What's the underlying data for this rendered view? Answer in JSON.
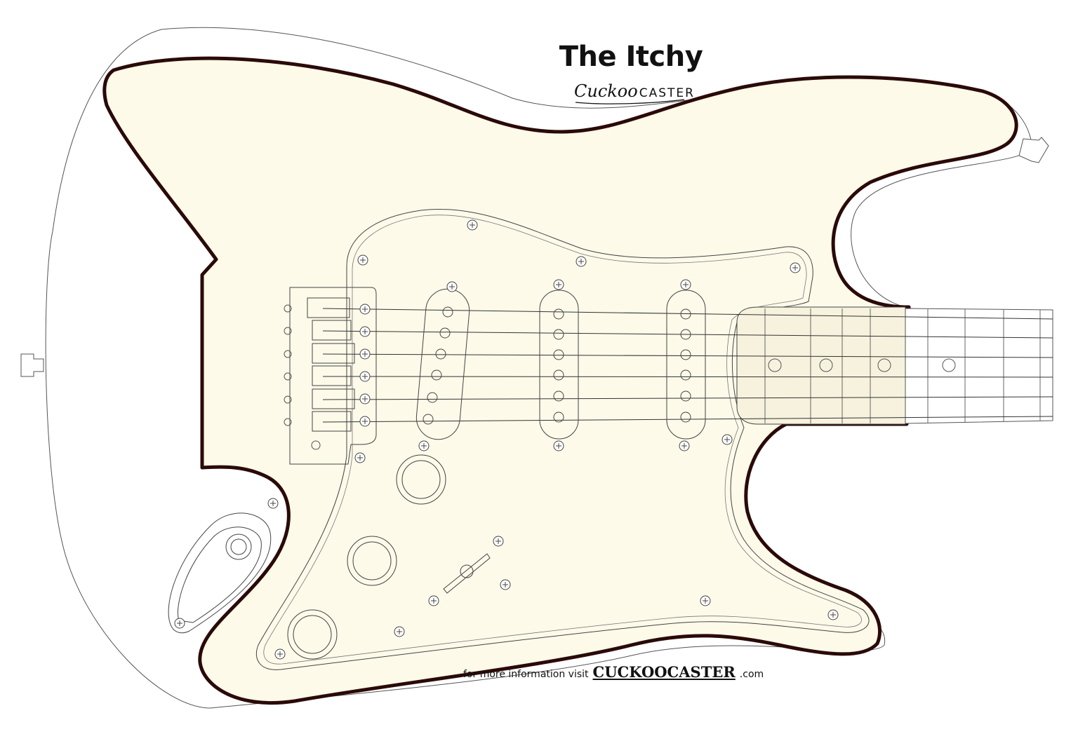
{
  "title": "The Itchy",
  "brand": {
    "script": "Cuckoo",
    "caps": "CASTER"
  },
  "footer": {
    "text": "for more information visit",
    "logo": "CUCKOOCASTER",
    "suffix": ".com"
  },
  "colors": {
    "body_fill": "#fdfae9",
    "outline": "#2a0a08",
    "line": "#444444",
    "background": "#ffffff"
  },
  "parts": {
    "pickup_count": 3,
    "string_count": 6,
    "control_knob_count": 3,
    "icons": [
      "screw-icon",
      "output-jack-icon",
      "strap-button-icon",
      "pickup-selector-icon"
    ]
  }
}
